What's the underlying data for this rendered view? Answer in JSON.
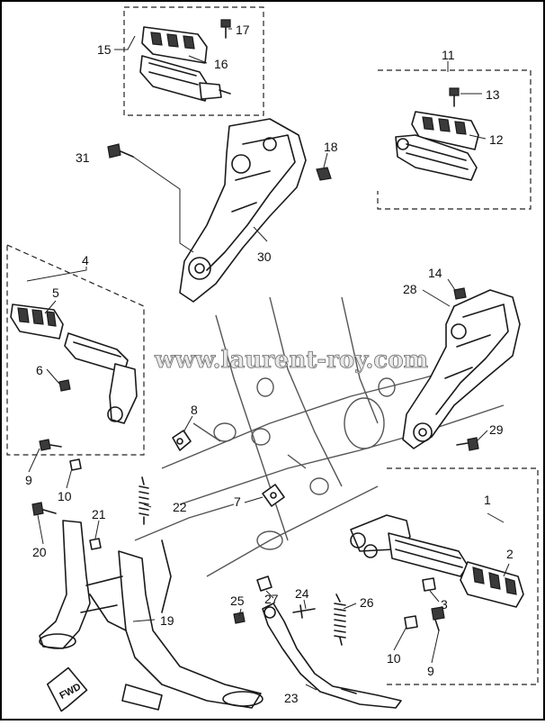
{
  "watermark": "www.laurent-roy.com",
  "direction_label": "FWD",
  "callouts": [
    {
      "id": "1",
      "label": "1"
    },
    {
      "id": "2",
      "label": "2"
    },
    {
      "id": "3",
      "label": "3"
    },
    {
      "id": "4",
      "label": "4"
    },
    {
      "id": "5",
      "label": "5"
    },
    {
      "id": "6",
      "label": "6"
    },
    {
      "id": "7",
      "label": "7"
    },
    {
      "id": "8",
      "label": "8"
    },
    {
      "id": "9a",
      "label": "9"
    },
    {
      "id": "9b",
      "label": "9"
    },
    {
      "id": "10a",
      "label": "10"
    },
    {
      "id": "10b",
      "label": "10"
    },
    {
      "id": "11",
      "label": "11"
    },
    {
      "id": "12",
      "label": "12"
    },
    {
      "id": "13",
      "label": "13"
    },
    {
      "id": "14",
      "label": "14"
    },
    {
      "id": "15",
      "label": "15"
    },
    {
      "id": "16",
      "label": "16"
    },
    {
      "id": "17",
      "label": "17"
    },
    {
      "id": "18",
      "label": "18"
    },
    {
      "id": "19",
      "label": "19"
    },
    {
      "id": "20",
      "label": "20"
    },
    {
      "id": "21",
      "label": "21"
    },
    {
      "id": "22",
      "label": "22"
    },
    {
      "id": "23",
      "label": "23"
    },
    {
      "id": "24",
      "label": "24"
    },
    {
      "id": "25",
      "label": "25"
    },
    {
      "id": "26",
      "label": "26"
    },
    {
      "id": "27",
      "label": "27"
    },
    {
      "id": "28",
      "label": "28"
    },
    {
      "id": "29",
      "label": "29"
    },
    {
      "id": "30",
      "label": "30"
    },
    {
      "id": "31",
      "label": "31"
    }
  ]
}
